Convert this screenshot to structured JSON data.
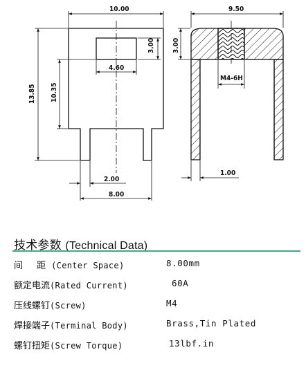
{
  "drawing": {
    "front_view": {
      "width": "10.00",
      "window_height": "3.00",
      "window_width": "4.60",
      "inner_height": "10.35",
      "total_height": "13.85",
      "leg_width": "2.00",
      "leg_pitch": "8.00"
    },
    "side_view": {
      "width": "9.50",
      "top_thickness": "3.00",
      "thread": "M4-6H",
      "wall_thickness": "1.00"
    }
  },
  "specs": {
    "title_cn": "技术参数",
    "title_en": "(Technical Data)",
    "rows": [
      {
        "label_cn": "间  距",
        "label_en": "(Center Space)",
        "value": "8.00mm"
      },
      {
        "label_cn": "额定电流",
        "label_en": "(Rated Current)",
        "value": "60A"
      },
      {
        "label_cn": "压线螺钉",
        "label_en": "(Screw)",
        "value": "M4"
      },
      {
        "label_cn": "焊接端子",
        "label_en": "(Terminal Body)",
        "value": "Brass,Tin Plated"
      },
      {
        "label_cn": "螺钉扭矩",
        "label_en": "(Screw Torque)",
        "value": "13lbf.in"
      }
    ]
  },
  "colors": {
    "rule": "#3fa98a",
    "line": "#111111"
  }
}
